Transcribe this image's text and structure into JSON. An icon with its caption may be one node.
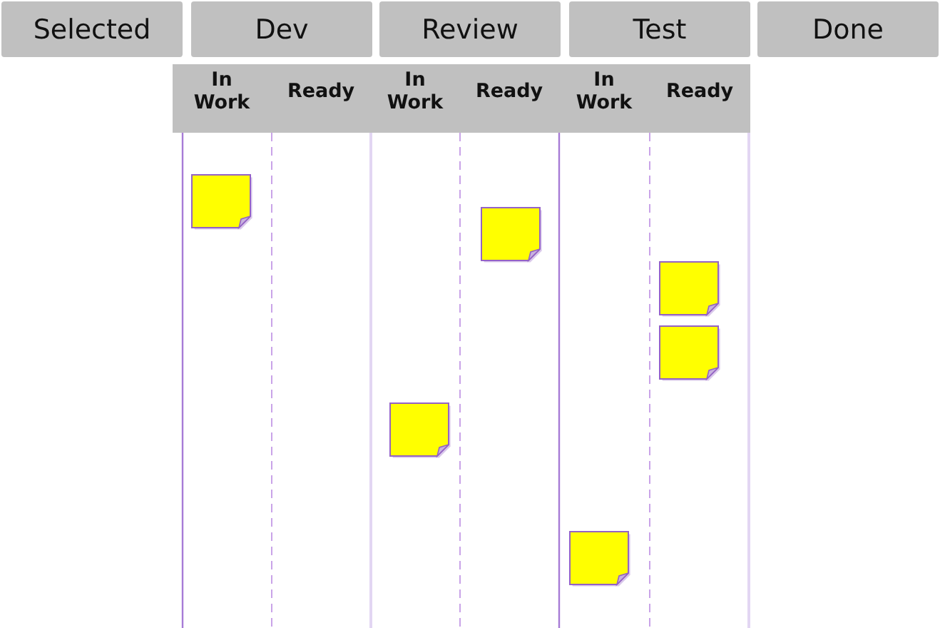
{
  "diagram": {
    "nodes": [
      {
        "text": [
          "Selected"
        ]
      },
      {
        "text": [
          "Dev"
        ]
      },
      {
        "text": [
          "Review"
        ]
      },
      {
        "text": [
          "Test"
        ]
      },
      {
        "text": [
          "Done"
        ]
      },
      {
        "text": [
          "In Work"
        ]
      },
      {
        "text": [
          "Ready"
        ]
      },
      {
        "text": [
          "In Work"
        ]
      },
      {
        "text": [
          "Ready"
        ]
      },
      {
        "text": [
          "In Work"
        ]
      },
      {
        "text": [
          "Ready"
        ]
      },
      {
        "text": [],
        "shape": "note"
      },
      {
        "text": [],
        "shape": "note"
      },
      {
        "text": [],
        "shape": "note"
      },
      {
        "text": [],
        "shape": "note"
      },
      {
        "text": [],
        "shape": "note"
      },
      {
        "text": [],
        "shape": "note"
      }
    ]
  }
}
